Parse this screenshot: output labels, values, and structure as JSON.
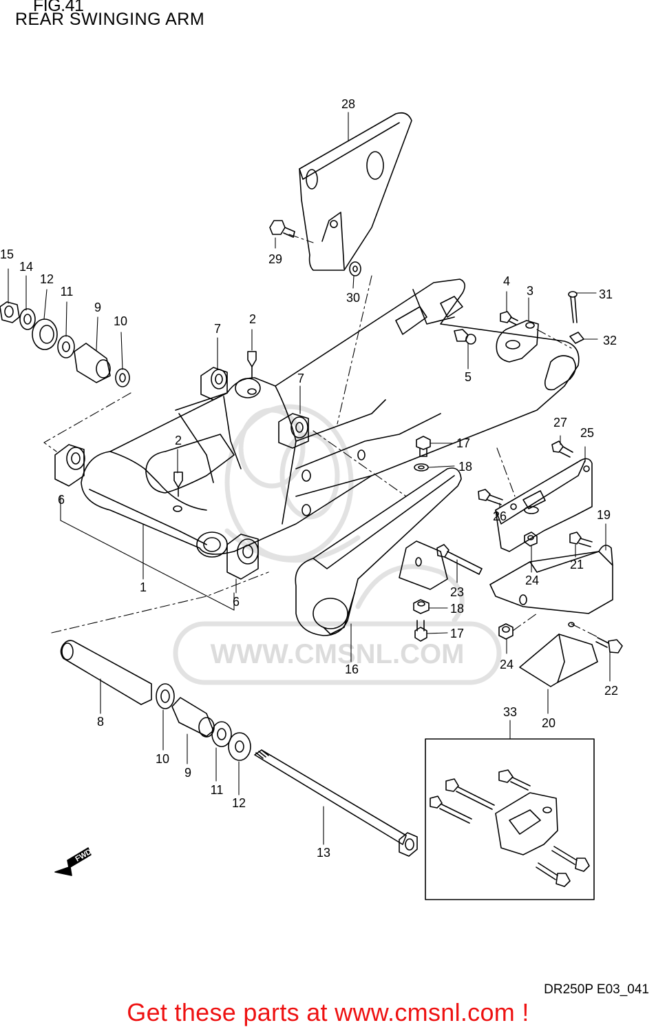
{
  "figure": {
    "id": "FIG.41",
    "title": "REAR SWINGING ARM",
    "ref_code": "DR250P E03_041"
  },
  "watermark": {
    "text": "WWW.CMSNL.COM",
    "logo": "CMS"
  },
  "fwd_arrow": "FWD",
  "banner": {
    "text": "Get these parts at www.cmsnl.com !",
    "color": "#ee1111"
  },
  "callouts": [
    {
      "id": "c1",
      "label": "1"
    },
    {
      "id": "c2a",
      "label": "2"
    },
    {
      "id": "c2b",
      "label": "2"
    },
    {
      "id": "c3",
      "label": "3"
    },
    {
      "id": "c4",
      "label": "4"
    },
    {
      "id": "c5",
      "label": "5"
    },
    {
      "id": "c6a",
      "label": "6"
    },
    {
      "id": "c6b",
      "label": "6"
    },
    {
      "id": "c7a",
      "label": "7"
    },
    {
      "id": "c7b",
      "label": "7"
    },
    {
      "id": "c8",
      "label": "8"
    },
    {
      "id": "c9a",
      "label": "9"
    },
    {
      "id": "c9b",
      "label": "9"
    },
    {
      "id": "c10a",
      "label": "10"
    },
    {
      "id": "c10b",
      "label": "10"
    },
    {
      "id": "c11a",
      "label": "11"
    },
    {
      "id": "c11b",
      "label": "11"
    },
    {
      "id": "c12a",
      "label": "12"
    },
    {
      "id": "c12b",
      "label": "12"
    },
    {
      "id": "c13",
      "label": "13"
    },
    {
      "id": "c14",
      "label": "14"
    },
    {
      "id": "c15",
      "label": "15"
    },
    {
      "id": "c16",
      "label": "16"
    },
    {
      "id": "c17a",
      "label": "17"
    },
    {
      "id": "c17b",
      "label": "17"
    },
    {
      "id": "c18a",
      "label": "18"
    },
    {
      "id": "c18b",
      "label": "18"
    },
    {
      "id": "c19",
      "label": "19"
    },
    {
      "id": "c20",
      "label": "20"
    },
    {
      "id": "c21",
      "label": "21"
    },
    {
      "id": "c22",
      "label": "22"
    },
    {
      "id": "c23",
      "label": "23"
    },
    {
      "id": "c24a",
      "label": "24"
    },
    {
      "id": "c24b",
      "label": "24"
    },
    {
      "id": "c25",
      "label": "25"
    },
    {
      "id": "c26",
      "label": "26"
    },
    {
      "id": "c27",
      "label": "27"
    },
    {
      "id": "c28",
      "label": "28"
    },
    {
      "id": "c29",
      "label": "29"
    },
    {
      "id": "c30",
      "label": "30"
    },
    {
      "id": "c31",
      "label": "31"
    },
    {
      "id": "c32",
      "label": "32"
    },
    {
      "id": "c33",
      "label": "33"
    }
  ]
}
